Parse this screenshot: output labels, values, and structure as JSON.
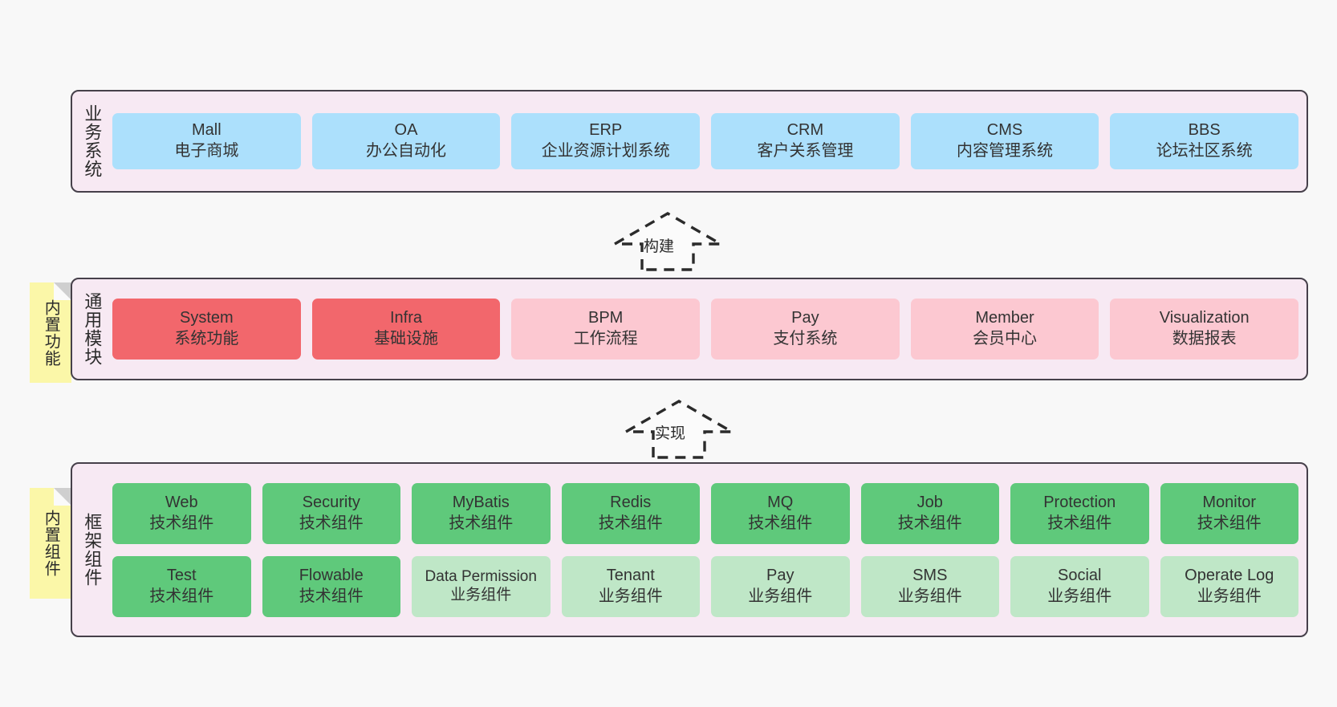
{
  "diagram": {
    "title_hidden": "",
    "colors": {
      "panel_bg": "#f7e9f3",
      "panel_border": "#46404a",
      "business_node": "#ace0fc",
      "module_active": "#f2676c",
      "module_inactive": "#fcc8d1",
      "tech_component": "#5fc97b",
      "biz_component": "#bfe7c7",
      "sticky_note": "#fbf7a8",
      "canvas_bg": "#f8f8f8"
    }
  },
  "layers": [
    {
      "id": "business-system",
      "title": "业务系统",
      "sticky": null,
      "rows": [
        [
          {
            "en": "Mall",
            "cn": "电子商城",
            "style": "n-blue"
          },
          {
            "en": "OA",
            "cn": "办公自动化",
            "style": "n-blue"
          },
          {
            "en": "ERP",
            "cn": "企业资源计划系统",
            "style": "n-blue"
          },
          {
            "en": "CRM",
            "cn": "客户关系管理",
            "style": "n-blue"
          },
          {
            "en": "CMS",
            "cn": "内容管理系统",
            "style": "n-blue"
          },
          {
            "en": "BBS",
            "cn": "论坛社区系统",
            "style": "n-blue"
          }
        ]
      ]
    },
    {
      "id": "common-module",
      "title": "通用模块",
      "sticky": "内置功能",
      "rows": [
        [
          {
            "en": "System",
            "cn": "系统功能",
            "style": "n-red"
          },
          {
            "en": "Infra",
            "cn": "基础设施",
            "style": "n-red"
          },
          {
            "en": "BPM",
            "cn": "工作流程",
            "style": "n-pink"
          },
          {
            "en": "Pay",
            "cn": "支付系统",
            "style": "n-pink"
          },
          {
            "en": "Member",
            "cn": "会员中心",
            "style": "n-pink"
          },
          {
            "en": "Visualization",
            "cn": "数据报表",
            "style": "n-pink"
          }
        ]
      ]
    },
    {
      "id": "framework-component",
      "title": "框架组件",
      "sticky": "内置组件",
      "rows": [
        [
          {
            "en": "Web",
            "cn": "技术组件",
            "style": "n-green"
          },
          {
            "en": "Security",
            "cn": "技术组件",
            "style": "n-green"
          },
          {
            "en": "MyBatis",
            "cn": "技术组件",
            "style": "n-green"
          },
          {
            "en": "Redis",
            "cn": "技术组件",
            "style": "n-green"
          },
          {
            "en": "MQ",
            "cn": "技术组件",
            "style": "n-green"
          },
          {
            "en": "Job",
            "cn": "技术组件",
            "style": "n-green"
          },
          {
            "en": "Protection",
            "cn": "技术组件",
            "style": "n-green"
          },
          {
            "en": "Monitor",
            "cn": "技术组件",
            "style": "n-green"
          }
        ],
        [
          {
            "en": "Test",
            "cn": "技术组件",
            "style": "n-green"
          },
          {
            "en": "Flowable",
            "cn": "技术组件",
            "style": "n-green"
          },
          {
            "en": "Data Permission",
            "cn": "业务组件",
            "style": "n-lightgreen"
          },
          {
            "en": "Tenant",
            "cn": "业务组件",
            "style": "n-lightgreen"
          },
          {
            "en": "Pay",
            "cn": "业务组件",
            "style": "n-lightgreen"
          },
          {
            "en": "SMS",
            "cn": "业务组件",
            "style": "n-lightgreen"
          },
          {
            "en": "Social",
            "cn": "业务组件",
            "style": "n-lightgreen"
          },
          {
            "en": "Operate Log",
            "cn": "业务组件",
            "style": "n-lightgreen"
          }
        ]
      ]
    }
  ],
  "connectors": [
    {
      "id": "build",
      "label": "构建"
    },
    {
      "id": "implement",
      "label": "实现"
    }
  ]
}
